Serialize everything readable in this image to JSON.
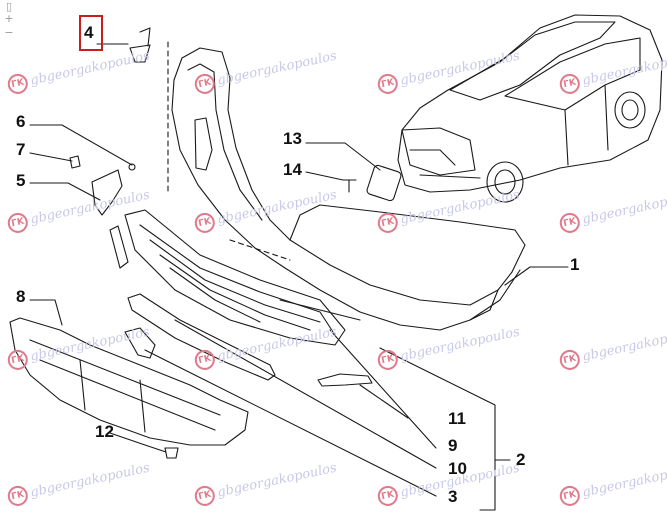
{
  "watermark": {
    "text": "gbgeorgakopoulos",
    "logo_letters": "ΓΚ"
  },
  "zoom": {
    "in_symbol": "+",
    "out_symbol": "−"
  },
  "callouts": {
    "n1": "1",
    "n2": "2",
    "n3": "3",
    "n4": "4",
    "n5": "5",
    "n6": "6",
    "n7": "7",
    "n8": "8",
    "n9": "9",
    "n10": "10",
    "n11": "11",
    "n12": "12",
    "n13": "13",
    "n14": "14"
  },
  "colors": {
    "line": "#1a1a1a",
    "highlight": "#c81e1e",
    "watermark": "#c8c8e8"
  }
}
